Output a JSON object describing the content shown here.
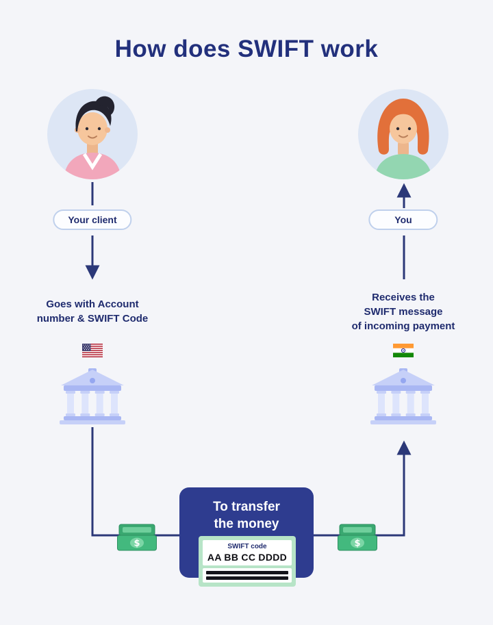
{
  "title": "How does SWIFT work",
  "left": {
    "label": "Your client",
    "lines": [
      "Goes with Account",
      "number & SWIFT Code"
    ]
  },
  "right": {
    "label": "You",
    "lines": [
      "Receives the",
      "SWIFT message",
      "of incoming payment"
    ]
  },
  "center": {
    "lines": [
      "To transfer",
      "the money"
    ],
    "swift_label": "SWIFT code",
    "swift_value": "AA BB CC DDDD"
  },
  "icons": {
    "left_avatar": "male-client-avatar",
    "right_avatar": "female-recipient-avatar",
    "left_flag": "us-flag",
    "right_flag": "india-flag",
    "sender_bank": "bank-icon",
    "receiver_bank": "bank-icon",
    "money": "money-icon",
    "money_symbol": "$"
  },
  "colors": {
    "background": "#f4f5f9",
    "navy_text": "#1f2b6e",
    "title_navy": "#22307c",
    "line": "#2b3878",
    "transfer_box": "#2e3c8f",
    "card_green": "#b7e4c7",
    "money_green": "#43b97e",
    "bank_blue": "#a9b7f3",
    "avatar_bg": "#dde6f5"
  }
}
